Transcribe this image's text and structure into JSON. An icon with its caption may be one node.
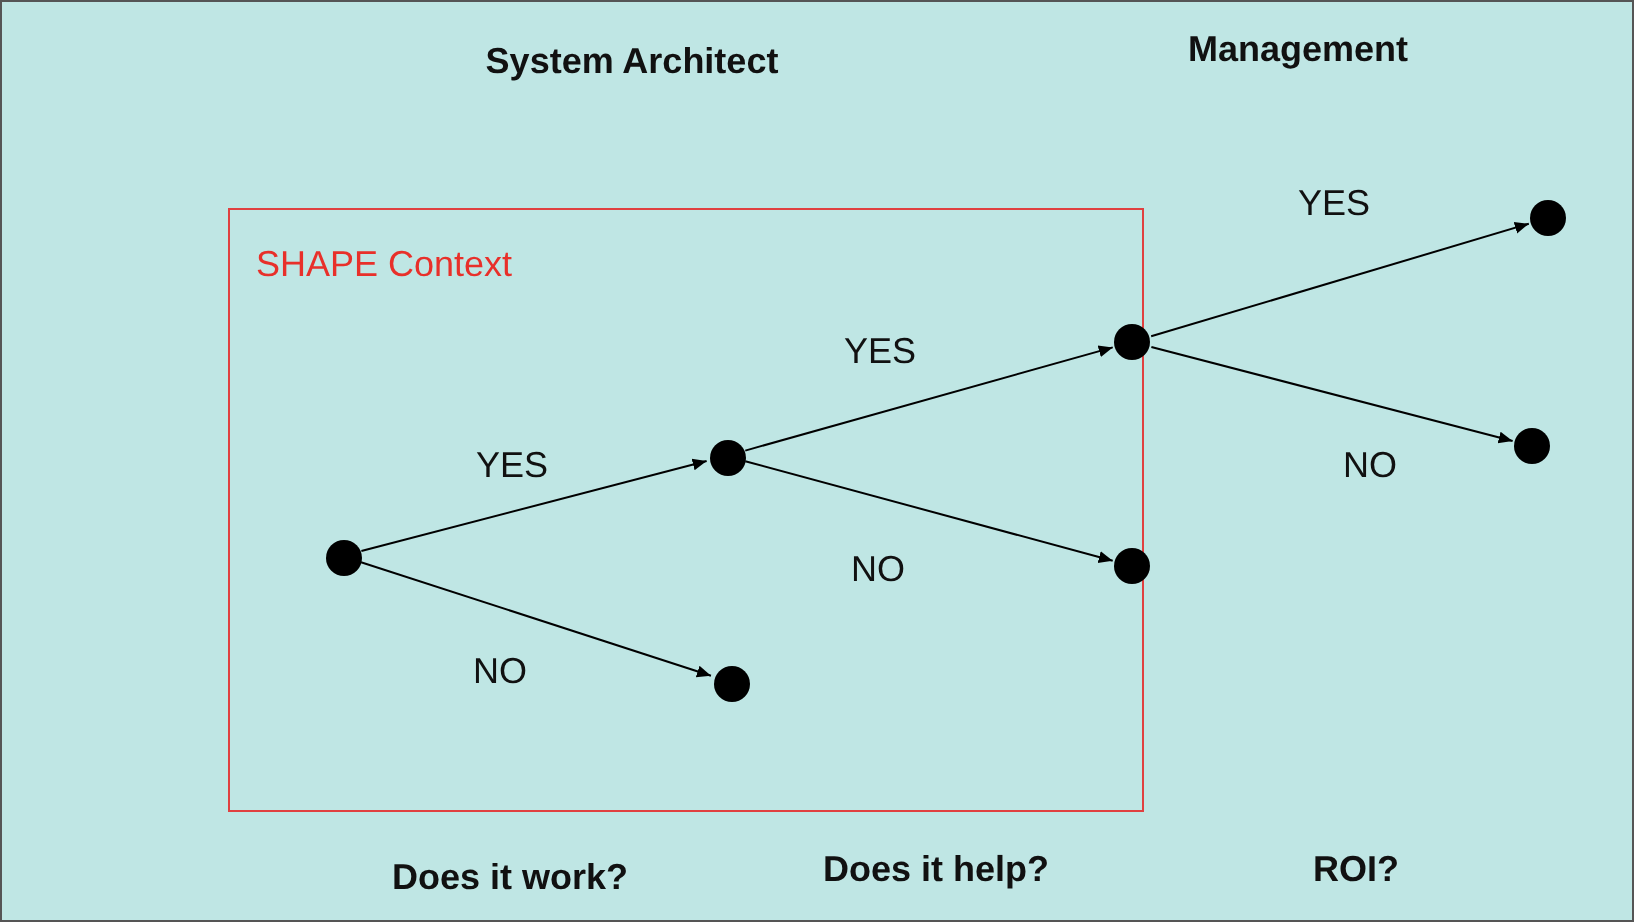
{
  "diagram": {
    "nodes": [
      {
        "text": [
          "SHAPE Context"
        ]
      },
      {
        "text": [],
        "shape": "circle",
        "in": 0
      },
      {
        "text": [],
        "shape": "circle",
        "in": 0
      },
      {
        "text": [],
        "shape": "circle",
        "in": 0
      },
      {
        "text": [],
        "shape": "circle"
      },
      {
        "text": [],
        "shape": "circle"
      },
      {
        "text": [],
        "shape": "circle"
      },
      {
        "text": [],
        "shape": "circle"
      }
    ],
    "edges": [
      {
        "from": 1,
        "to": 2,
        "arrow": "to",
        "label": "YES"
      },
      {
        "from": 1,
        "to": 3,
        "arrow": "to",
        "label": "NO"
      },
      {
        "from": 2,
        "to": 4,
        "arrow": "to",
        "label": "YES"
      },
      {
        "from": 2,
        "to": 5,
        "arrow": "to",
        "label": "NO"
      },
      {
        "from": 4,
        "to": 6,
        "arrow": "to",
        "label": "YES"
      },
      {
        "from": 4,
        "to": 7,
        "arrow": "to",
        "label": "NO"
      }
    ],
    "labels": [
      "System Architect",
      "Management",
      "Does it work?",
      "Does it help?",
      "ROI?"
    ]
  }
}
